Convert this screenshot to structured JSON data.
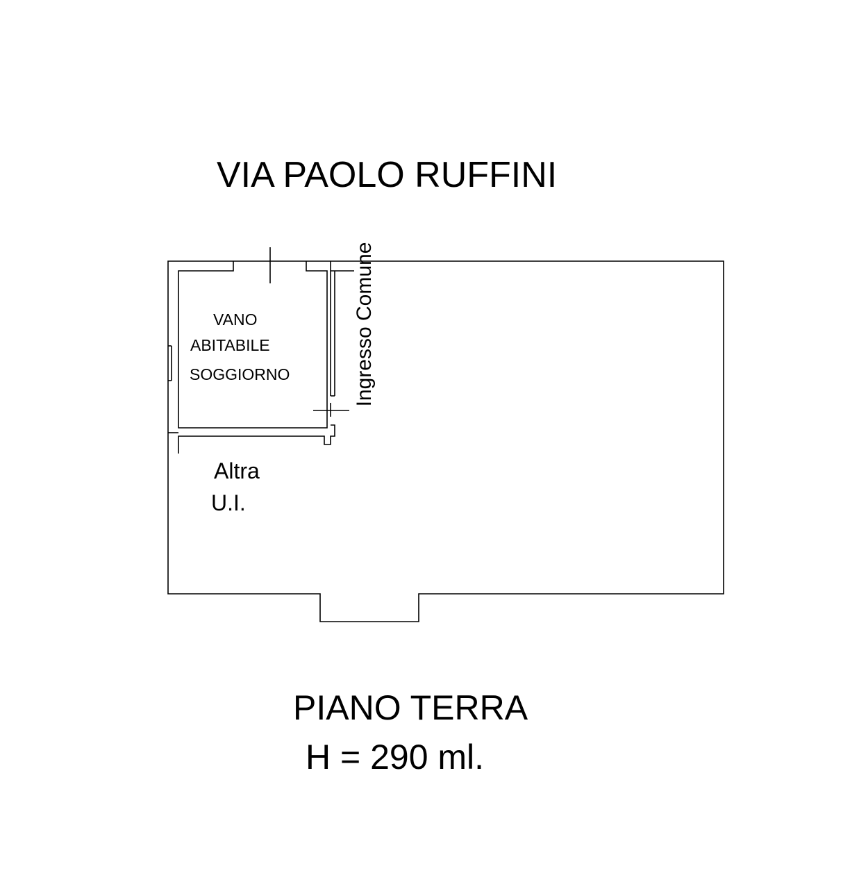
{
  "street": "VIA PAOLO RUFFINI",
  "room": {
    "line1": "VANO",
    "line2": "ABITABILE",
    "line3": "SOGGIORNO"
  },
  "other_unit": {
    "line1": "Altra",
    "line2": "U.I."
  },
  "entrance": "Ingresso Comune",
  "floor": {
    "name": "PIANO TERRA",
    "height": "H = 290 ml."
  },
  "colors": {
    "lines": "#000000",
    "background": "#ffffff"
  }
}
